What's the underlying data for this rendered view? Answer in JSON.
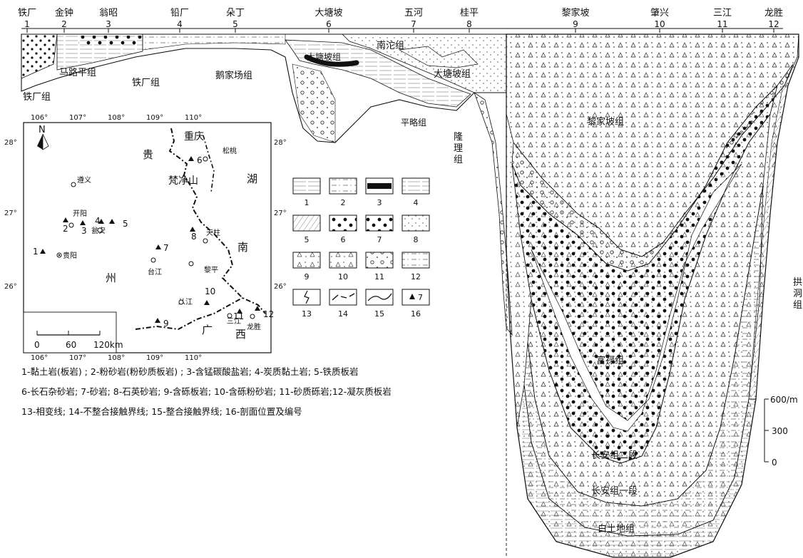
{
  "sections": [
    {
      "name": "铁厂",
      "num": "1"
    },
    {
      "name": "金钟",
      "num": "2"
    },
    {
      "name": "翁昭",
      "num": "3"
    },
    {
      "name": "铅厂",
      "num": "4"
    },
    {
      "name": "朵丁",
      "num": "5"
    },
    {
      "name": "大塘坡",
      "num": "6"
    },
    {
      "name": "五河",
      "num": "7"
    },
    {
      "name": "桂平",
      "num": "8"
    },
    {
      "name": "黎家坡",
      "num": "9"
    },
    {
      "name": "肇兴",
      "num": "10"
    },
    {
      "name": "三江",
      "num": "11"
    },
    {
      "name": "龙胜",
      "num": "12"
    }
  ],
  "formations": {
    "tiechang_a": "铁厂组",
    "tiechang_b": "铁厂组",
    "malupin": "马路平组",
    "ejiachang": "鹅家场组",
    "datangpo_inner": "大塘坡组",
    "datangpo": "大塘坡组",
    "nantuo": "南沱组",
    "pinglve": "平略组",
    "longli": "隆理组",
    "lijiapo": "黎家坡组",
    "fulu": "富禄组",
    "changan2": "长安组二段",
    "changan1": "长安组一段",
    "baitudi": "白土地组",
    "gongdong": "拱洞组"
  },
  "scale_bar": {
    "ticks": [
      "600/m",
      "300",
      "0"
    ]
  },
  "map": {
    "north": "N",
    "lon_labels": [
      "106°",
      "107°",
      "108°",
      "109°",
      "110°"
    ],
    "lat_labels": [
      "28°",
      "27°",
      "26°"
    ],
    "regions": [
      "贵",
      "州",
      "湖",
      "南",
      "广",
      "西"
    ],
    "cities": [
      "重庆",
      "松桃",
      "梵净山",
      "遵义",
      "开阳",
      "瓮安",
      "贵阳",
      "台江",
      "天柱",
      "黎平",
      "从江",
      "三江",
      "龙胜"
    ],
    "points": [
      "1",
      "2",
      "3",
      "4",
      "5",
      "6",
      "7",
      "8",
      "9",
      "10",
      "11",
      "12"
    ],
    "scale_labels": [
      "0",
      "60",
      "120km"
    ]
  },
  "legend_boxes": [
    "1",
    "2",
    "3",
    "4",
    "5",
    "6",
    "7",
    "8",
    "9",
    "10",
    "11",
    "12",
    "13",
    "14",
    "15",
    "16"
  ],
  "legend_lines": [
    "1-黏土岩(板岩) ;   2-粉砂岩(粉砂质板岩) ;   3-含锰碳酸盐岩; 4-炭质黏土岩; 5-铁质板岩",
    "6-长石杂砂岩; 7-砂岩; 8-石英砂岩; 9-含砾板岩; 10-含砾粉砂岩; 11-砂质砾岩;12-凝灰质板岩",
    "13-相变线; 14-不整合接触界线; 15-整合接触界线; 16-剖面位置及编号"
  ]
}
